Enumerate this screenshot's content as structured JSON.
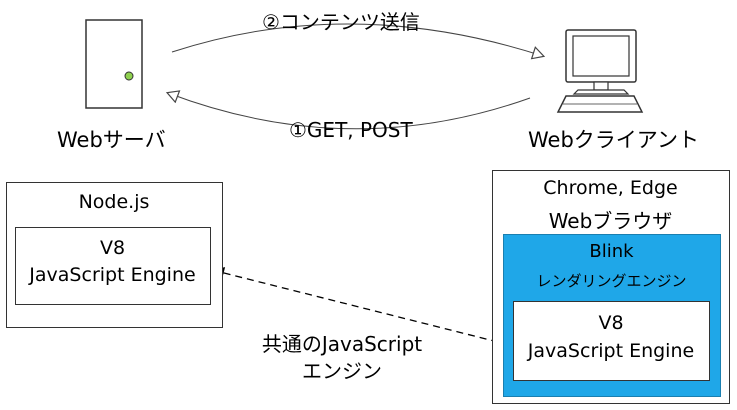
{
  "server": {
    "label": "Webサーバ"
  },
  "client": {
    "label": "Webクライアント"
  },
  "arrows": {
    "top_label": "②コンテンツ送信",
    "bottom_label": "①GET, POST"
  },
  "node_box": {
    "title": "Node.js",
    "engine_line1": "V8",
    "engine_line2": "JavaScript Engine"
  },
  "browser_box": {
    "title_line1": "Chrome, Edge",
    "title_line2": "Webブラウザ",
    "blink_title": "Blink",
    "blink_subtitle": "レンダリングエンジン",
    "engine_line1": "V8",
    "engine_line2": "JavaScript Engine"
  },
  "shared_label": {
    "line1": "共通のJavaScript",
    "line2": "エンジン"
  },
  "colors": {
    "blink_fill": "#1fa7e8",
    "server_led": "#8fd14f",
    "line": "#333333"
  },
  "icons": {
    "server": "server-tower-icon",
    "client": "desktop-computer-icon"
  }
}
